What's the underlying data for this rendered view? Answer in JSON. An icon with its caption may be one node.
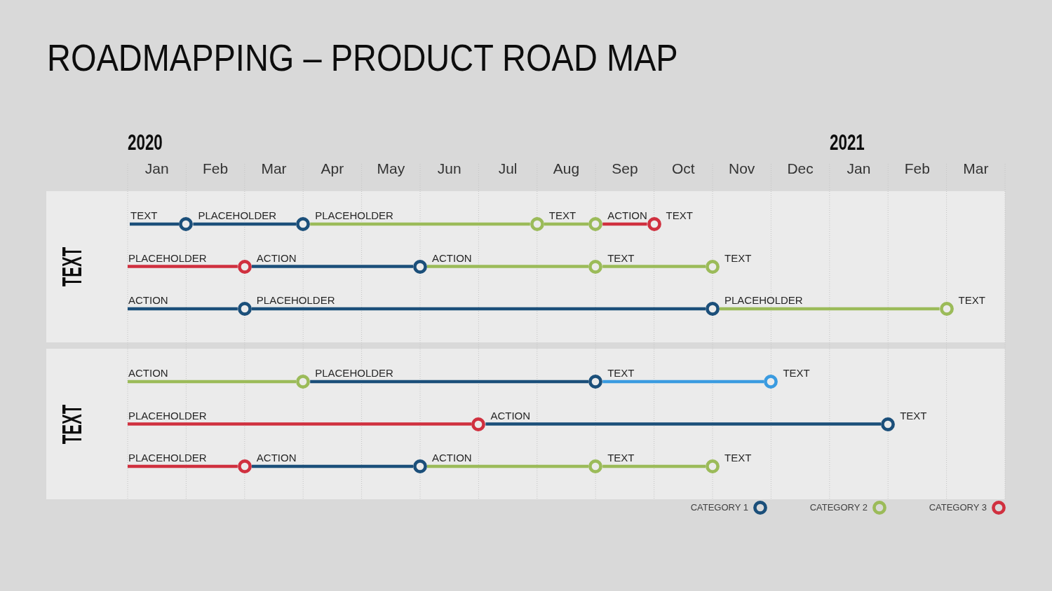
{
  "diagram": {
    "title": "ROADMAPPING – PRODUCT ROAD MAP",
    "nodes": [
      {
        "text": [
          "TEXT"
        ]
      },
      {
        "text": [],
        "shape": "circle",
        "in": 0,
        "beside": [
          "PLACEHOLDER"
        ]
      },
      {
        "text": [],
        "shape": "circle",
        "in": 0,
        "beside": [
          "PLACEHOLDER"
        ]
      },
      {
        "text": [],
        "shape": "circle",
        "in": 0,
        "beside": [
          "TEXT"
        ]
      },
      {
        "text": [],
        "shape": "circle",
        "in": 0,
        "beside": [
          "ACTION"
        ]
      },
      {
        "text": [],
        "shape": "circle",
        "in": 0,
        "beside": [
          "TEXT"
        ]
      },
      {
        "text": [],
        "shape": "circle",
        "in": 0,
        "beside": [
          "ACTION"
        ]
      },
      {
        "text": [],
        "shape": "circle",
        "in": 0,
        "beside": [
          "ACTION"
        ]
      },
      {
        "text": [],
        "shape": "circle",
        "in": 0,
        "beside": [
          "TEXT"
        ]
      },
      {
        "text": [],
        "shape": "circle",
        "in": 0,
        "beside": [
          "TEXT"
        ]
      },
      {
        "text": [],
        "shape": "circle",
        "in": 0,
        "beside": [
          "PLACEHOLDER"
        ]
      },
      {
        "text": [],
        "shape": "circle",
        "in": 0,
        "beside": [
          "PLACEHOLDER"
        ]
      },
      {
        "text": [],
        "shape": "circle",
        "in": 0,
        "beside": [
          "TEXT"
        ]
      },
      {
        "text": [
          "TEXT"
        ]
      },
      {
        "text": [],
        "shape": "circle",
        "in": 13,
        "beside": [
          "PLACEHOLDER"
        ]
      },
      {
        "text": [],
        "shape": "circle",
        "in": 13,
        "beside": [
          "TEXT"
        ]
      },
      {
        "text": [],
        "shape": "circle",
        "in": 13,
        "beside": [
          "TEXT"
        ]
      },
      {
        "text": [],
        "shape": "circle",
        "in": 13,
        "beside": [
          "ACTION"
        ]
      },
      {
        "text": [],
        "shape": "circle",
        "in": 13,
        "beside": [
          "TEXT"
        ]
      },
      {
        "text": [],
        "shape": "circle",
        "in": 13,
        "beside": [
          "ACTION"
        ]
      },
      {
        "text": [],
        "shape": "circle",
        "in": 13,
        "beside": [
          "ACTION"
        ]
      },
      {
        "text": [],
        "shape": "circle",
        "in": 13,
        "beside": [
          "TEXT"
        ]
      },
      {
        "text": [],
        "shape": "circle",
        "in": 13,
        "beside": [
          "TEXT"
        ]
      }
    ],
    "edges": [
      {
        "from": null,
        "to": 1,
        "arrow": "none",
        "label": "TEXT",
        "color": "#1b4f7a"
      },
      {
        "from": 1,
        "to": 2,
        "arrow": "none",
        "color": "#1b4f7a"
      },
      {
        "from": 2,
        "to": 3,
        "arrow": "none",
        "color": "#9bbb59"
      },
      {
        "from": 3,
        "to": 4,
        "arrow": "none",
        "color": "#9bbb59"
      },
      {
        "from": 4,
        "to": 5,
        "arrow": "none",
        "color": "#d0303f"
      },
      {
        "from": null,
        "to": 6,
        "arrow": "none",
        "label": "PLACEHOLDER",
        "color": "#d0303f"
      },
      {
        "from": 6,
        "to": 7,
        "arrow": "none",
        "color": "#1b4f7a"
      },
      {
        "from": 7,
        "to": 8,
        "arrow": "none",
        "color": "#9bbb59"
      },
      {
        "from": 8,
        "to": 9,
        "arrow": "none",
        "color": "#9bbb59"
      },
      {
        "from": null,
        "to": 10,
        "arrow": "none",
        "label": "ACTION",
        "color": "#1b4f7a"
      },
      {
        "from": 10,
        "to": 11,
        "arrow": "none",
        "color": "#1b4f7a"
      },
      {
        "from": 11,
        "to": 12,
        "arrow": "none",
        "color": "#9bbb59"
      },
      {
        "from": null,
        "to": 14,
        "arrow": "none",
        "label": "ACTION",
        "color": "#9bbb59"
      },
      {
        "from": 14,
        "to": 15,
        "arrow": "none",
        "color": "#1b4f7a"
      },
      {
        "from": 15,
        "to": 16,
        "arrow": "none",
        "color": "#3a9be0"
      },
      {
        "from": null,
        "to": 17,
        "arrow": "none",
        "label": "PLACEHOLDER",
        "color": "#d0303f"
      },
      {
        "from": 17,
        "to": 18,
        "arrow": "none",
        "color": "#1b4f7a"
      },
      {
        "from": null,
        "to": 19,
        "arrow": "none",
        "label": "PLACEHOLDER",
        "color": "#d0303f"
      },
      {
        "from": 19,
        "to": 20,
        "arrow": "none",
        "color": "#1b4f7a"
      },
      {
        "from": 20,
        "to": 21,
        "arrow": "none",
        "color": "#9bbb59"
      },
      {
        "from": 21,
        "to": 22,
        "arrow": "none",
        "color": "#9bbb59"
      }
    ],
    "labels": [
      "2020",
      "2021",
      "Jan",
      "Feb",
      "Mar",
      "Apr",
      "May",
      "Jun",
      "Jul",
      "Aug",
      "Sep",
      "Oct",
      "Nov",
      "Dec",
      "Jan",
      "Feb",
      "Mar"
    ],
    "legend": [
      {
        "text": "CATEGORY 1",
        "color": "#1b4f7a"
      },
      {
        "text": "CATEGORY 2",
        "color": "#9bbb59"
      },
      {
        "text": "CATEGORY 3",
        "color": "#d0303f"
      }
    ]
  }
}
